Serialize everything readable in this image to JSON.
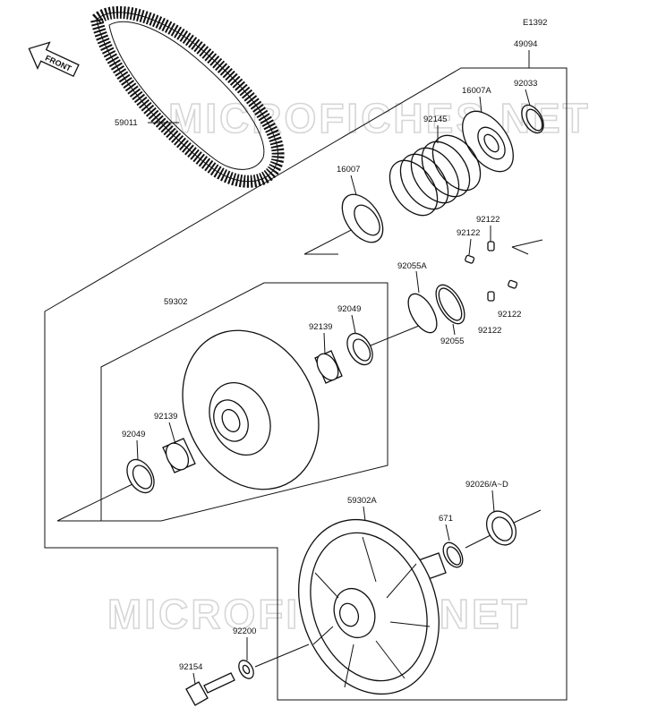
{
  "diagram_code": "E1392",
  "watermark": "MICROFICHES.NET",
  "front_arrow": "FRONT",
  "labels": {
    "p49094": "49094",
    "p92033": "92033",
    "p16007A": "16007A",
    "p92145": "92145",
    "p59011": "59011",
    "p16007": "16007",
    "p92122a": "92122",
    "p92122b": "92122",
    "p92122c": "92122",
    "p92122d": "92122",
    "p92055A": "92055A",
    "p92055": "92055",
    "p59302": "59302",
    "p92049a": "92049",
    "p92139a": "92139",
    "p92139b": "92139",
    "p92049b": "92049",
    "p92026": "92026/A~D",
    "p59302A": "59302A",
    "p671": "671",
    "p92200": "92200",
    "p92154": "92154"
  },
  "colors": {
    "line": "#111111",
    "watermark": "#d6d6d6",
    "background": "#ffffff"
  }
}
